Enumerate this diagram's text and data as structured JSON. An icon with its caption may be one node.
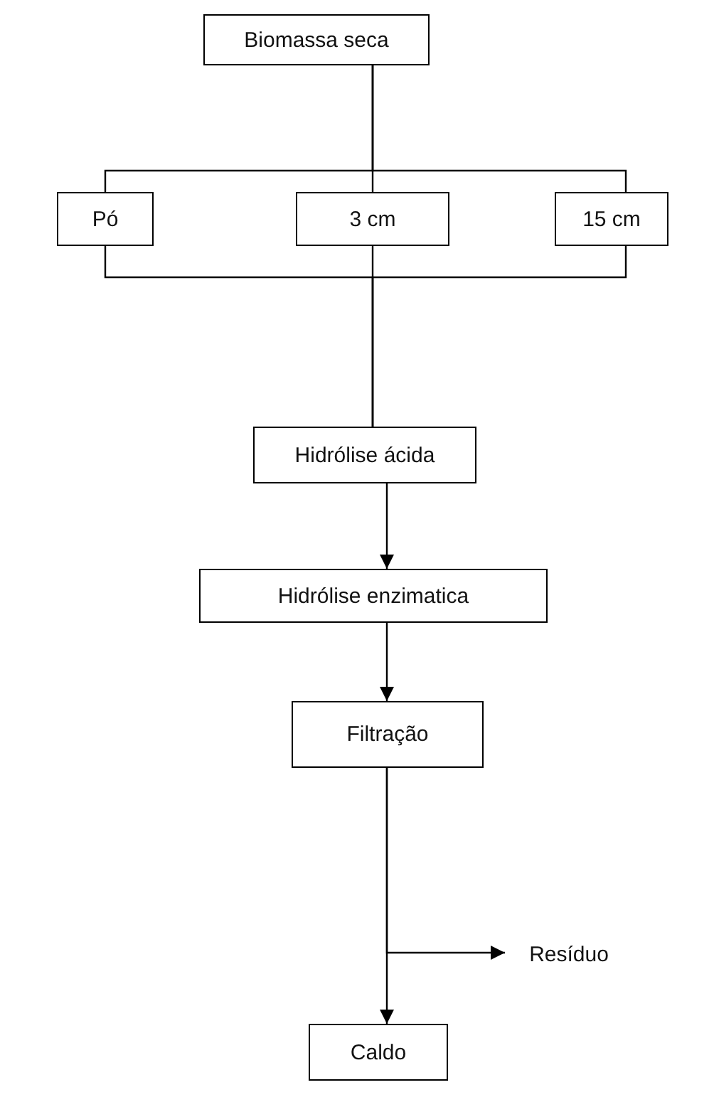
{
  "diagram": {
    "nodes": [
      {
        "text": [
          "Biomassa seca"
        ]
      },
      {
        "text": [
          "Pó"
        ]
      },
      {
        "text": [
          "3 cm"
        ]
      },
      {
        "text": [
          "15 cm"
        ]
      },
      {
        "text": [
          "Hidrólise ácida"
        ]
      },
      {
        "text": [
          "Hidrólise enzimatica"
        ]
      },
      {
        "text": [
          "Filtração"
        ]
      },
      {
        "text": [
          "Resíduo"
        ]
      },
      {
        "text": [
          "Caldo"
        ]
      }
    ],
    "edges": [
      {
        "from": 0,
        "to": 1,
        "arrow": "none"
      },
      {
        "from": 0,
        "to": 2,
        "arrow": "none"
      },
      {
        "from": 0,
        "to": 3,
        "arrow": "none"
      },
      {
        "from": 1,
        "to": 4,
        "arrow": "none"
      },
      {
        "from": 2,
        "to": 4,
        "arrow": "none"
      },
      {
        "from": 3,
        "to": 4,
        "arrow": "none"
      },
      {
        "from": 4,
        "to": 5,
        "arrow": "to"
      },
      {
        "from": 5,
        "to": 6,
        "arrow": "to"
      },
      {
        "from": 6,
        "to": 7,
        "arrow": "to"
      },
      {
        "from": 6,
        "to": 8,
        "arrow": "to"
      }
    ]
  }
}
